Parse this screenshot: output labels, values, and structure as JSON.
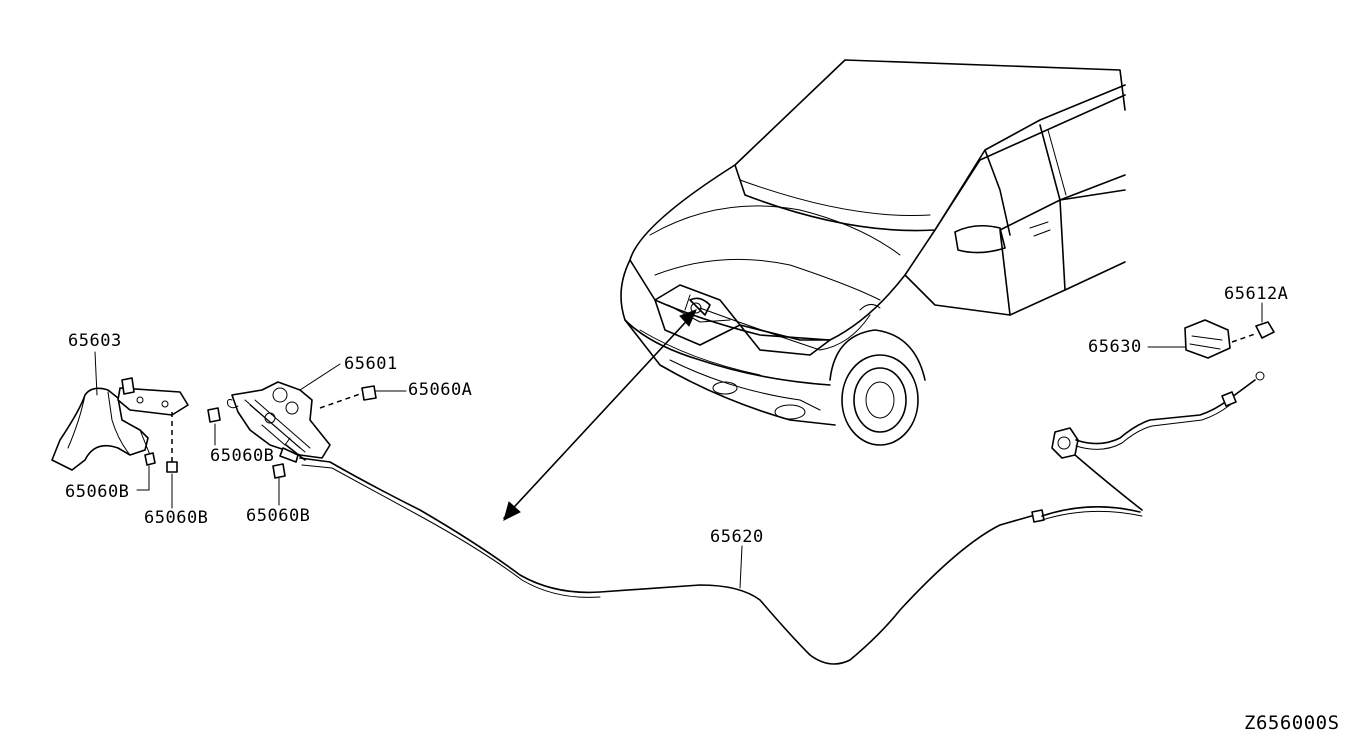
{
  "parts": {
    "p65603": "65603",
    "p65601": "65601",
    "p65060A": "65060A",
    "p65060B_1": "65060B",
    "p65060B_2": "65060B",
    "p65060B_3": "65060B",
    "p65060B_4": "65060B",
    "p65620": "65620",
    "p65612A": "65612A",
    "p65630": "65630"
  },
  "diagram_code": "Z656000S"
}
